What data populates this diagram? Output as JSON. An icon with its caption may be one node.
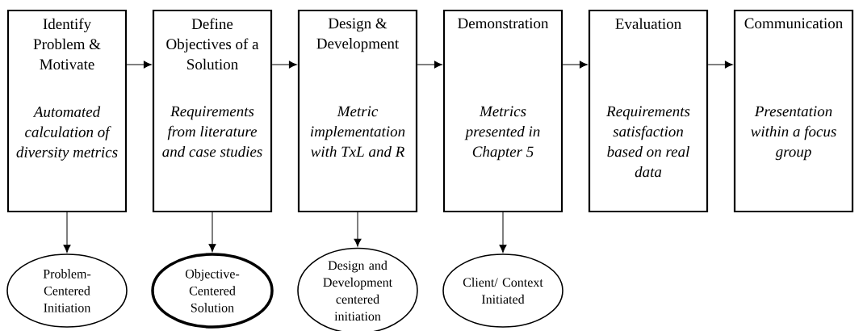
{
  "diagram": {
    "nodes": [
      {
        "text": [
          "Identify Problem & Motivate",
          "Automated calculation of diversity metrics"
        ]
      },
      {
        "text": [
          "Define Objectives of a Solution",
          "Requirements from literature and case studies"
        ]
      },
      {
        "text": [
          "Design & Development",
          "Metric implementation with TxL and R"
        ]
      },
      {
        "text": [
          "Demonstration",
          "Metrics presented in Chapter 5"
        ]
      },
      {
        "text": [
          "Evaluation",
          "Requirements satisfaction based on real data"
        ]
      },
      {
        "text": [
          "Communication",
          "Presentation within a focus group"
        ]
      },
      {
        "text": [
          "Problem-Centered Initiation"
        ]
      },
      {
        "text": [
          "Objective-Centered Solution"
        ]
      },
      {
        "text": [
          "Design and Development centered initiation"
        ]
      },
      {
        "text": [
          "Client/ Context Initiated"
        ]
      }
    ],
    "edges": [
      {
        "from": 0,
        "to": 1,
        "arrow": "to"
      },
      {
        "from": 1,
        "to": 2,
        "arrow": "to"
      },
      {
        "from": 2,
        "to": 3,
        "arrow": "to"
      },
      {
        "from": 3,
        "to": 4,
        "arrow": "to"
      },
      {
        "from": 4,
        "to": 5,
        "arrow": "to"
      },
      {
        "from": 0,
        "to": 6,
        "arrow": "to"
      },
      {
        "from": 1,
        "to": 7,
        "arrow": "to"
      },
      {
        "from": 2,
        "to": 8,
        "arrow": "to"
      },
      {
        "from": 3,
        "to": 9,
        "arrow": "to"
      }
    ]
  }
}
